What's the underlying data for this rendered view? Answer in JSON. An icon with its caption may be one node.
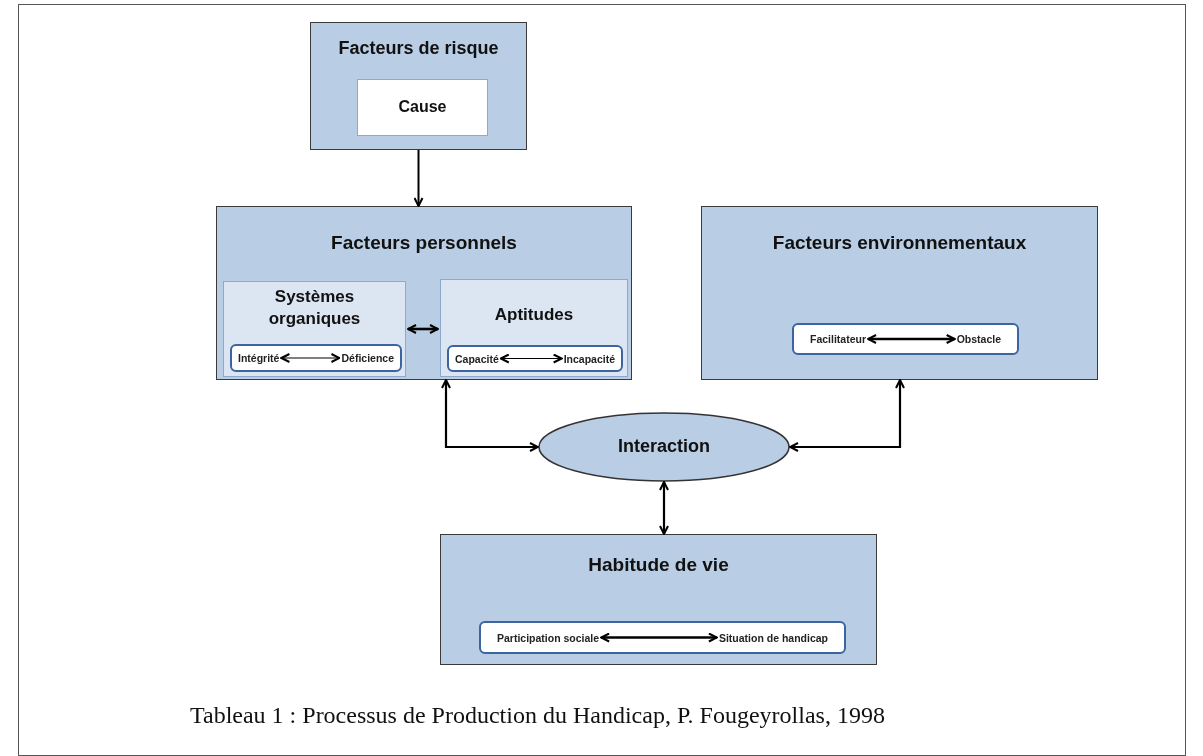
{
  "diagram": {
    "caption": "Tableau 1 : Processus de Production du Handicap, P. Fougeyrollas, 1998",
    "nodes": [
      {
        "text": [
          "Facteurs de risque"
        ]
      },
      {
        "text": [
          "Cause"
        ],
        "in": 0
      },
      {
        "text": [
          "Facteurs personnels"
        ]
      },
      {
        "text": [
          "Systèmes organiques"
        ],
        "in": 2
      },
      {
        "text": [],
        "shape": "box",
        "in": 3
      },
      {
        "text": [
          "Intégrité"
        ],
        "in": 4
      },
      {
        "text": [
          "Déficience"
        ],
        "in": 4
      },
      {
        "text": [
          "Aptitudes"
        ],
        "in": 2
      },
      {
        "text": [],
        "shape": "box",
        "in": 7
      },
      {
        "text": [
          "Capacité"
        ],
        "in": 8
      },
      {
        "text": [
          "Incapacité"
        ],
        "in": 8
      },
      {
        "text": [
          "Facteurs environnementaux"
        ]
      },
      {
        "text": [],
        "shape": "box",
        "in": 11
      },
      {
        "text": [
          "Facilitateur"
        ],
        "in": 12
      },
      {
        "text": [
          "Obstacle"
        ],
        "in": 12
      },
      {
        "text": [
          "Interaction"
        ]
      },
      {
        "text": [
          "Habitude de vie"
        ]
      },
      {
        "text": [],
        "shape": "box",
        "in": 16
      },
      {
        "text": [
          "Participation sociale"
        ],
        "in": 17
      },
      {
        "text": [
          "Situation de handicap"
        ],
        "in": 17
      }
    ],
    "edges": [
      {
        "from": 0,
        "to": 2,
        "arrow": "to"
      },
      {
        "from": 3,
        "to": 7,
        "arrow": "both"
      },
      {
        "from": 5,
        "to": 6,
        "arrow": "both"
      },
      {
        "from": 9,
        "to": 10,
        "arrow": "both"
      },
      {
        "from": 13,
        "to": 14,
        "arrow": "both"
      },
      {
        "from": 18,
        "to": 19,
        "arrow": "both"
      },
      {
        "from": 2,
        "to": 15,
        "arrow": "both"
      },
      {
        "from": 11,
        "to": 15,
        "arrow": "both"
      },
      {
        "from": 15,
        "to": 16,
        "arrow": "both"
      }
    ]
  }
}
